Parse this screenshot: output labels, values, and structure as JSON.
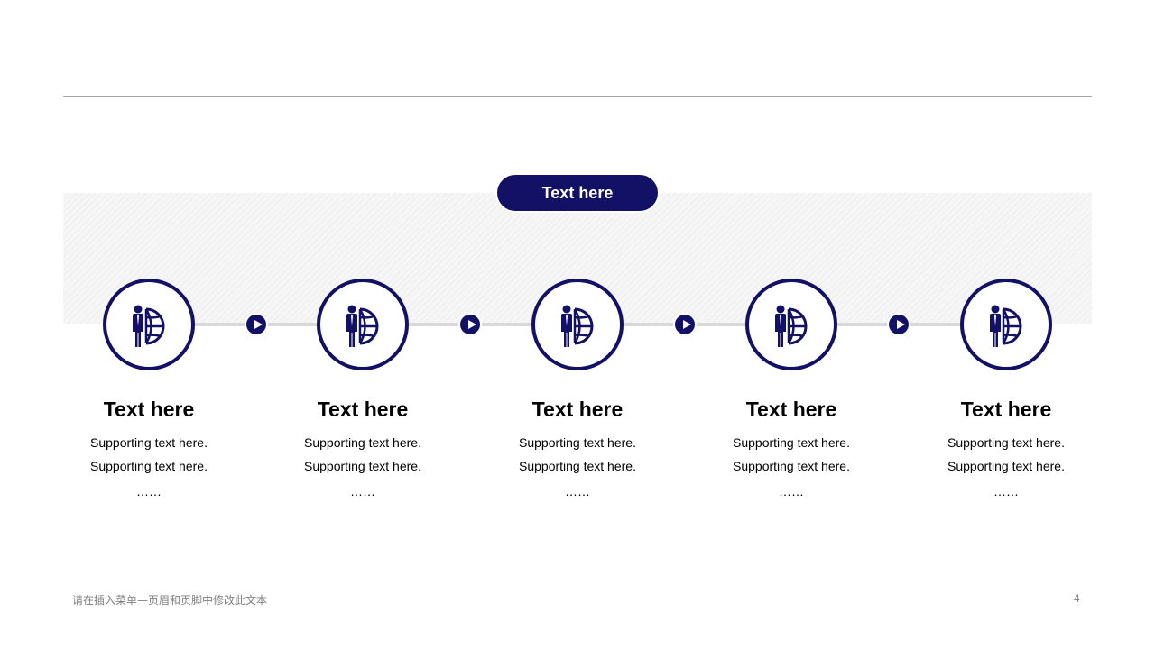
{
  "header": {
    "pill_label": "Text here"
  },
  "steps": [
    {
      "title": "Text here",
      "line1": "Supporting  text here.",
      "line2": "Supporting  text here.",
      "ellipsis": "……",
      "icon": "businessman-globe-icon"
    },
    {
      "title": "Text here",
      "line1": "Supporting  text here.",
      "line2": "Supporting  text here.",
      "ellipsis": "……",
      "icon": "businessman-globe-icon"
    },
    {
      "title": "Text here",
      "line1": "Supporting  text here.",
      "line2": "Supporting  text here.",
      "ellipsis": "……",
      "icon": "businessman-globe-icon"
    },
    {
      "title": "Text here",
      "line1": "Supporting  text here.",
      "line2": "Supporting  text here.",
      "ellipsis": "……",
      "icon": "businessman-globe-icon"
    },
    {
      "title": "Text here",
      "line1": "Supporting  text here.",
      "line2": "Supporting  text here.",
      "ellipsis": "……",
      "icon": "businessman-globe-icon"
    }
  ],
  "footer": {
    "text": "请在插入菜单—页眉和页脚中修改此文本",
    "page_number": "4"
  },
  "colors": {
    "accent": "#131166",
    "connector": "#d9d9d9",
    "rule": "#a6a6a6",
    "footer": "#7f7f7f"
  }
}
